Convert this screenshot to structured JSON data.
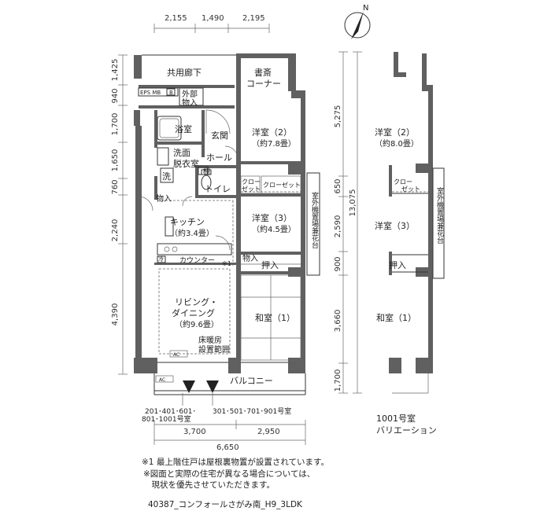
{
  "dims_top": [
    "2,155",
    "1,490",
    "2,195"
  ],
  "dims_bottom": [
    "3,700",
    "2,950"
  ],
  "dims_total_bottom": "6,650",
  "dims_left": [
    "1,425",
    "940",
    "1,700",
    "1,650",
    "760",
    "2,240",
    "4,390"
  ],
  "dims_right": [
    "5,275",
    "650",
    "2,590",
    "900",
    "3,660",
    "1,700"
  ],
  "dim_right_total": "13,075",
  "rooms": {
    "corridor": "共用廊下",
    "study": [
      "書斎",
      "コーナー"
    ],
    "eps": "EPS MB",
    "eps_b": "B",
    "external_storage": [
      "外部",
      "物入"
    ],
    "bath": "浴室",
    "entrance": "玄関",
    "hall": "ホール",
    "western2": [
      "洋室（2）",
      "（約7.8畳）"
    ],
    "washroom": [
      "洗面",
      "脱衣室"
    ],
    "wash": "洗",
    "shelf": "棚",
    "toilet": "トイレ",
    "storage1": "物入",
    "closet1": [
      "クロー",
      "ゼット"
    ],
    "closet2": "クローゼット",
    "outdoor_unit": "室外機置場兼花台",
    "kitchen": [
      "キッチン",
      "（約3.4畳）"
    ],
    "western3": [
      "洋室（3）",
      "（約4.5畳）"
    ],
    "ref": "冷",
    "counter": "カウンター",
    "note_mark": "※1",
    "storage2": "物入",
    "oshiire": "押入",
    "living": [
      "リビング・",
      "ダイニング",
      "（約9.6畳）"
    ],
    "floor_heating": [
      "床暖房",
      "設置範囲"
    ],
    "ac": "AC",
    "japanese1": "和室（1）",
    "balcony": "バルコニー"
  },
  "unit_labels": {
    "left": [
      "201･401･601･",
      "801･1001号室"
    ],
    "right": "301･501･701･901号室"
  },
  "variation": {
    "western2": [
      "洋室（2）",
      "（約8.0畳）"
    ],
    "closet": [
      "クロー",
      "ゼット"
    ],
    "outdoor_unit": "室外機置場兼花台",
    "western3": "洋室（3）",
    "oshiire": "押入",
    "japanese1": "和室（1）",
    "caption": [
      "1001号室",
      "バリエーション"
    ]
  },
  "compass": "N",
  "notes": [
    "※1 最上階住戸は屋根裏物置が設置されています。",
    "※図面と実際の住宅が異なる場合については、",
    "　現状を優先させていただきます。"
  ],
  "plan_code": "40387_コンフォールさがみ南_H9_3LDK"
}
